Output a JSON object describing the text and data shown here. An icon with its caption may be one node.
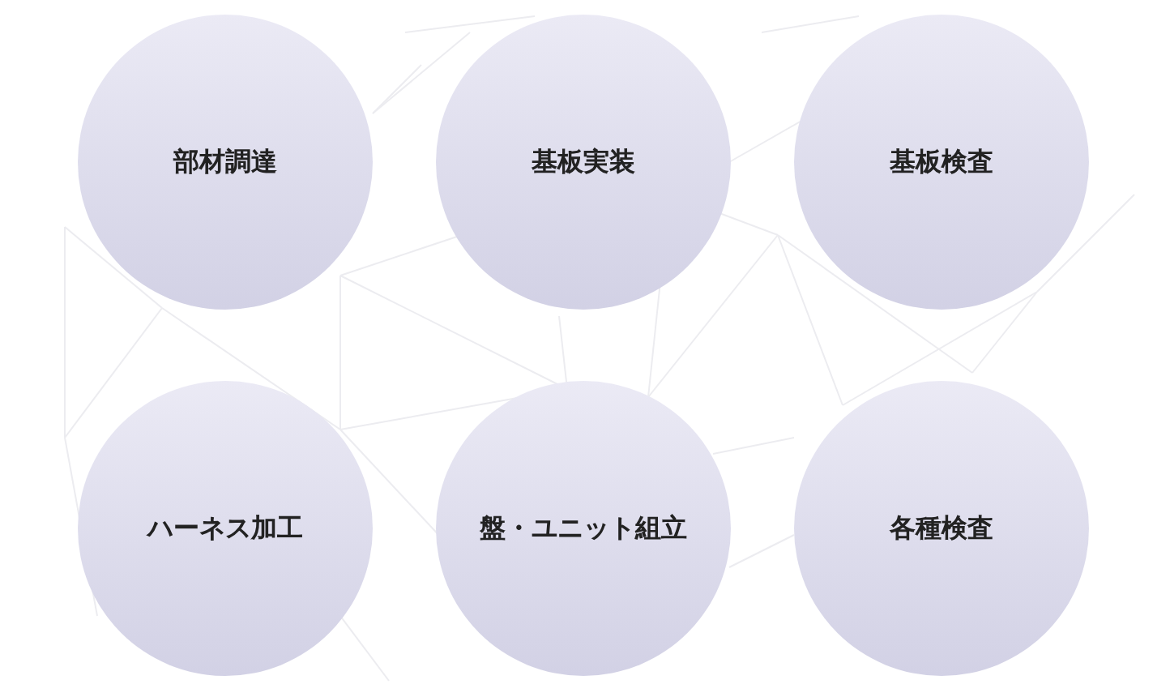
{
  "diagram": {
    "nodes": [
      {
        "text": [
          "部材調達"
        ]
      },
      {
        "text": [
          "基板実装"
        ]
      },
      {
        "text": [
          "基板検査"
        ]
      },
      {
        "text": [
          "ハーネス加工"
        ]
      },
      {
        "text": [
          "盤・ユニット組立"
        ]
      },
      {
        "text": [
          "各種検査"
        ]
      }
    ]
  }
}
